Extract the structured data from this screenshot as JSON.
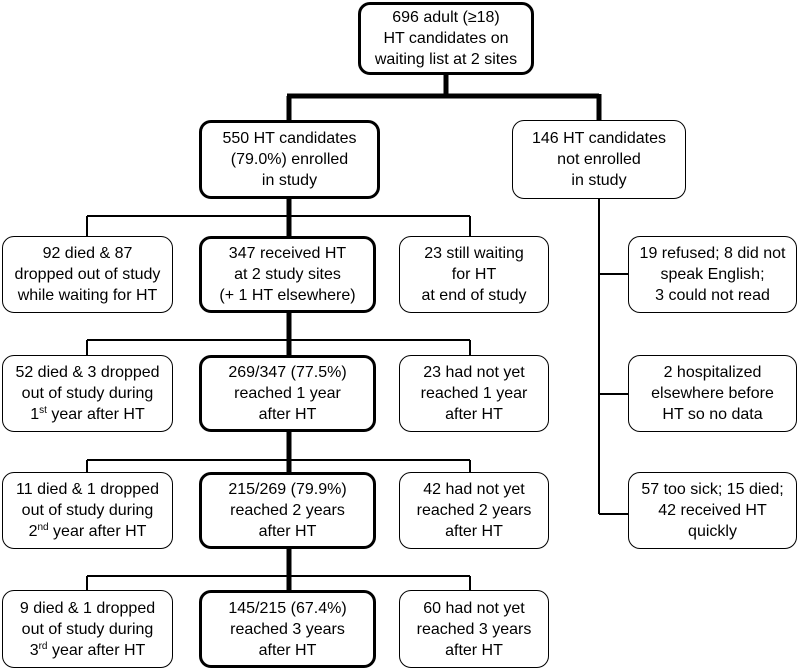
{
  "boxes": {
    "top": [
      "696 adult (≥18)",
      "HT candidates on",
      "waiting list at 2 sites"
    ],
    "enrolled": [
      "550 HT candidates",
      "(79.0%) enrolled",
      "in study"
    ],
    "not_enrolled": [
      "146 HT candidates",
      "not enrolled",
      "in study"
    ],
    "died_waiting": [
      "92 died & 87",
      "dropped out of study",
      "while waiting for HT"
    ],
    "received_ht": [
      "347 received HT",
      "at 2 study sites",
      "(+ 1 HT elsewhere)"
    ],
    "still_waiting": [
      "23 still waiting",
      "for HT",
      "at end of study"
    ],
    "refused": [
      "19 refused; 8 did not",
      "speak English;",
      "3 could not read"
    ],
    "died_year1": [
      "52 died & 3 dropped",
      "out of study during",
      {
        "pre": "1",
        "sup": "st",
        "post": " year after HT"
      }
    ],
    "reached_year1": [
      "269/347 (77.5%)",
      "reached 1 year",
      "after HT"
    ],
    "not_yet_year1": [
      "23 had not yet",
      "reached 1 year",
      "after HT"
    ],
    "hospitalized": [
      "2 hospitalized",
      "elsewhere before",
      "HT so no data"
    ],
    "died_year2": [
      "11 died & 1 dropped",
      "out of study during",
      {
        "pre": "2",
        "sup": "nd",
        "post": " year after HT"
      }
    ],
    "reached_year2": [
      "215/269 (79.9%)",
      "reached 2 years",
      "after HT"
    ],
    "not_yet_year2": [
      "42 had not yet",
      "reached 2 years",
      "after HT"
    ],
    "too_sick": [
      "57 too sick; 15 died;",
      "42 received HT",
      "quickly"
    ],
    "died_year3": [
      "9 died & 1 dropped",
      "out of study during",
      {
        "pre": "3",
        "sup": "rd",
        "post": " year after HT"
      }
    ],
    "reached_year3": [
      "145/215 (67.4%)",
      "reached 3 years",
      "after HT"
    ],
    "not_yet_year3": [
      "60 had not yet",
      "reached 3 years",
      "after HT"
    ]
  }
}
